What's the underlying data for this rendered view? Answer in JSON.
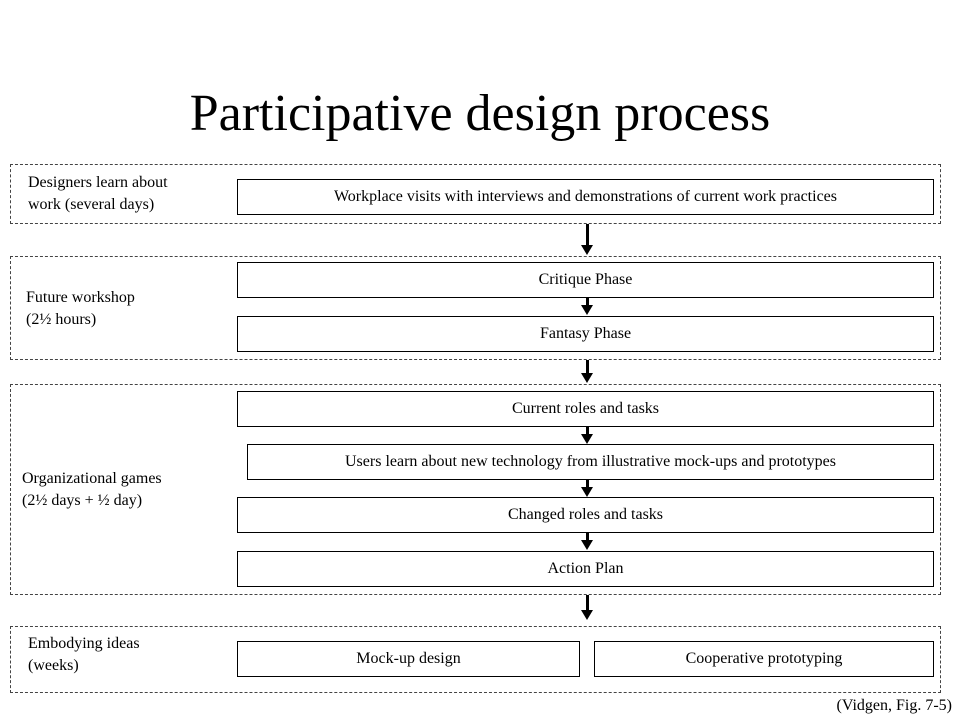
{
  "title": "Participative design process",
  "groups": [
    {
      "label": "Designers learn about\nwork (several days)",
      "steps": [
        "Workplace visits with interviews and demonstrations of current work practices"
      ]
    },
    {
      "label": "Future workshop\n(2½ hours)",
      "steps": [
        "Critique Phase",
        "Fantasy Phase"
      ]
    },
    {
      "label": "Organizational games\n(2½ days + ½ day)",
      "steps": [
        "Current roles and tasks",
        "Users learn about new technology from illustrative mock-ups and prototypes",
        "Changed roles and tasks",
        "Action Plan"
      ]
    },
    {
      "label": "Embodying ideas\n(weeks)",
      "steps": [
        "Mock-up design",
        "Cooperative prototyping"
      ]
    }
  ],
  "source": "(Vidgen, Fig. 7-5)"
}
